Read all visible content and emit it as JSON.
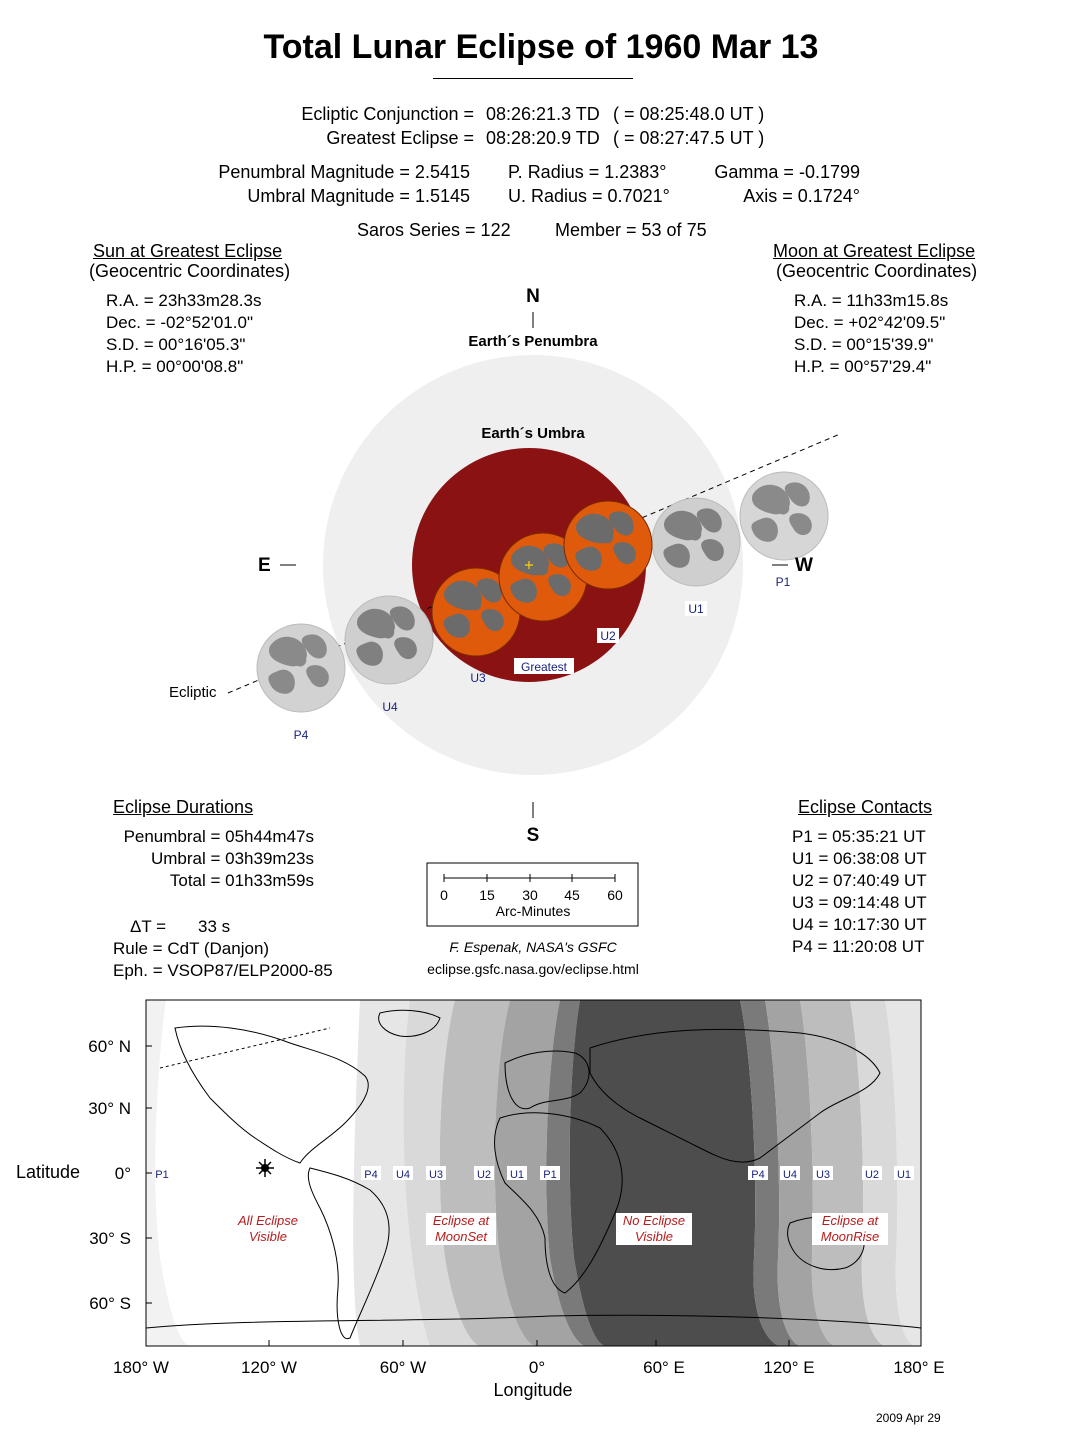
{
  "title": "Total Lunar Eclipse of  1960 Mar 13",
  "conjunction": {
    "ecliptic_label": "Ecliptic Conjunction =",
    "ecliptic_td": "08:26:21.3 TD",
    "ecliptic_ut": "( = 08:25:48.0 UT )",
    "greatest_label": "Greatest Eclipse =",
    "greatest_td": "08:28:20.9 TD",
    "greatest_ut": "( = 08:27:47.5 UT )"
  },
  "magnitudes": {
    "penumbral": "Penumbral Magnitude =  2.5415",
    "umbral": "Umbral Magnitude =  1.5145",
    "p_radius": "P. Radius = 1.2383°",
    "u_radius": "U. Radius = 0.7021°",
    "gamma": "Gamma = -0.1799",
    "axis": "Axis =  0.1724°"
  },
  "saros": {
    "series": "Saros Series = 122",
    "member": "Member = 53 of 75"
  },
  "sun": {
    "heading": "Sun at Greatest Eclipse",
    "subheading": "(Geocentric Coordinates)",
    "ra": "R.A. =  23h33m28.3s",
    "dec": "Dec. = -02°52'01.0\"",
    "sd": "S.D. =  00°16'05.3\"",
    "hp": "H.P. =  00°00'08.8\""
  },
  "moon": {
    "heading": "Moon at Greatest Eclipse",
    "subheading": "(Geocentric Coordinates)",
    "ra": "R.A. =  11h33m15.8s",
    "dec": "Dec. = +02°42'09.5\"",
    "sd": "S.D. =  00°15'39.9\"",
    "hp": "H.P. =  00°57'29.4\""
  },
  "diagram": {
    "north": "N",
    "south": "S",
    "east": "E",
    "west": "W",
    "penumbra_label": "Earth´s Penumbra",
    "umbra_label": "Earth´s Umbra",
    "ecliptic_label": "Ecliptic",
    "greatest_label": "Greatest",
    "contacts": [
      "P1",
      "U1",
      "U2",
      "U3",
      "U4",
      "P4"
    ],
    "colors": {
      "penumbra": "#efefef",
      "umbra": "#8b1212",
      "moon_eclipsed": "#e05a0c",
      "moon_normal": "#cfcfcf",
      "maria": "#8a8a8a"
    }
  },
  "scale": {
    "ticks": [
      "0",
      "15",
      "30",
      "45",
      "60"
    ],
    "label": "Arc-Minutes"
  },
  "credit": {
    "author": "F. Espenak, NASA's GSFC",
    "url": "eclipse.gsfc.nasa.gov/eclipse.html"
  },
  "durations": {
    "heading": "Eclipse Durations",
    "penumbral": "Penumbral = 05h44m47s",
    "umbral": "Umbral = 03h39m23s",
    "total": "Total = 01h33m59s"
  },
  "params": {
    "delta_t_label": "ΔT =",
    "delta_t_value": "33 s",
    "rule": "Rule = CdT (Danjon)",
    "eph": "Eph. = VSOP87/ELP2000-85"
  },
  "contacts": {
    "heading": "Eclipse Contacts",
    "p1": "P1 = 05:35:21 UT",
    "u1": "U1 = 06:38:08 UT",
    "u2": "U2 = 07:40:49 UT",
    "u3": "U3 = 09:14:48 UT",
    "u4": "U4 = 10:17:30 UT",
    "p4": "P4 = 11:20:08 UT"
  },
  "map": {
    "lat_labels": [
      "60° N",
      "30° N",
      "0°",
      "30° S",
      "60° S"
    ],
    "lon_labels": [
      "180° W",
      "120° W",
      "60° W",
      "0°",
      "60° E",
      "120° E",
      "180° E"
    ],
    "lat_title": "Latitude",
    "lon_title": "Longitude",
    "zone_labels": {
      "all_visible": [
        "All Eclipse",
        "Visible"
      ],
      "moonset": [
        "Eclipse at",
        "MoonSet"
      ],
      "none_visible": [
        "No Eclipse",
        "Visible"
      ],
      "moonrise": [
        "Eclipse at",
        "MoonRise"
      ]
    },
    "left_contacts": [
      "P4",
      "U4",
      "U3",
      "U2",
      "U1",
      "P1"
    ],
    "right_contacts": [
      "P4",
      "U4",
      "U3",
      "U2",
      "U1"
    ],
    "edge_contact": "P1"
  },
  "date_stamp": "2009 Apr 29"
}
